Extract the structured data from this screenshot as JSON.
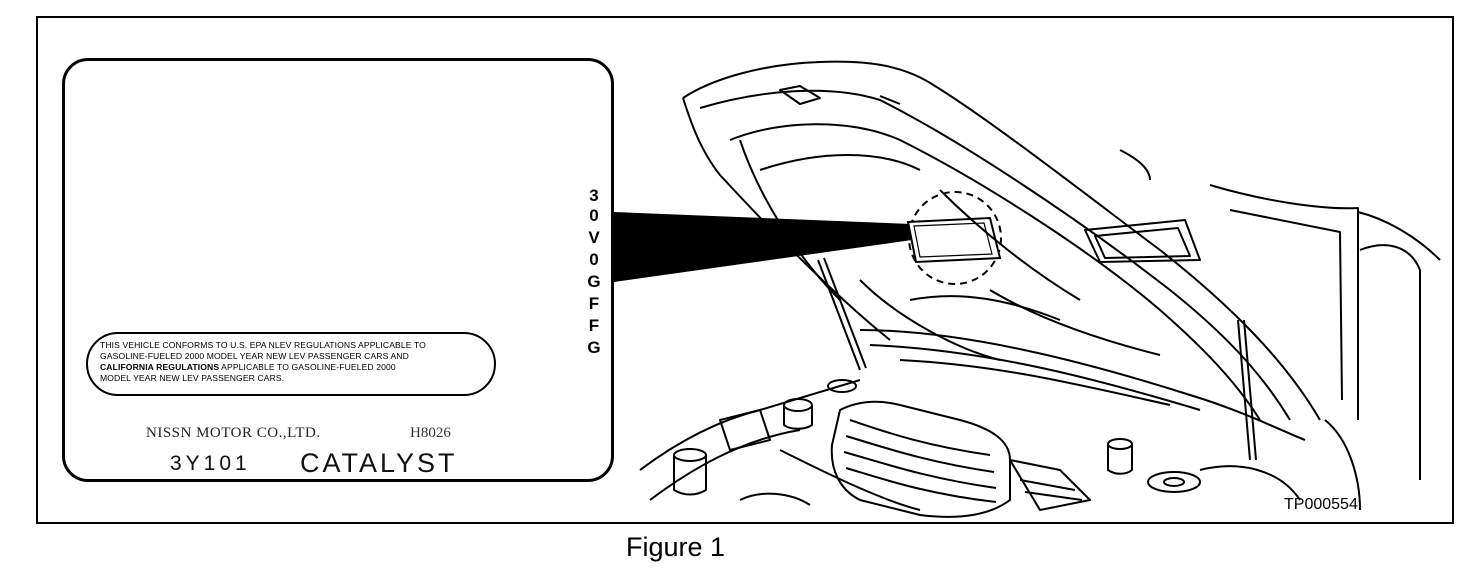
{
  "figure": {
    "caption": "Figure 1",
    "part_number": "TP000554"
  },
  "emission_label": {
    "notice_lines": [
      "THIS VEHICLE CONFORMS TO U.S. EPA NLEV REGULATIONS APPLICABLE TO",
      "GASOLINE-FUELED 2000 MODEL YEAR NEW LEV PASSENGER CARS AND"
    ],
    "notice_bold": "CALIFORNIA REGULATIONS",
    "notice_line3_rest": " APPLICABLE TO GASOLINE-FUELED 2000",
    "notice_line4": "MODEL YEAR NEW LEV PASSENGER CARS.",
    "maker": "NISSN MOTOR CO.,LTD.",
    "plant_code": "H8026",
    "model_code": "3Y101",
    "catalyst_text": "CATALYST",
    "vertical_code": [
      "3",
      "0",
      "V",
      "0",
      "G",
      "F",
      "F",
      "G"
    ]
  }
}
